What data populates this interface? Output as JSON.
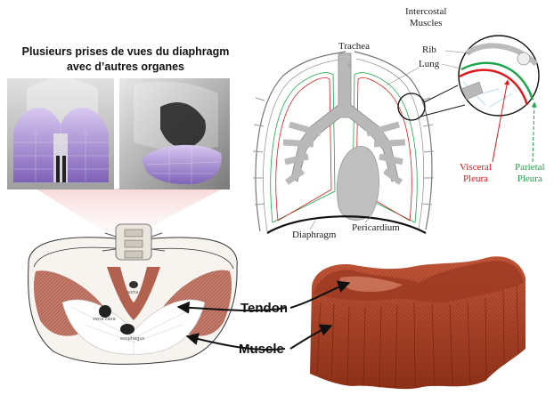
{
  "panel_title": {
    "line1": "Plusieurs prises de vues  du diaphragm",
    "line2": "avec d’autres organes"
  },
  "lung_diagram": {
    "labels": {
      "trachea": "Trachea",
      "lung": "Lung",
      "rib": "Rib",
      "intercostal_line1": "Intercostal",
      "intercostal_line2": "Muscles",
      "pericardium": "Pericardium",
      "diaphragm": "Diaphragm",
      "visceral_line1": "Visceral",
      "visceral_line2": "Pleura",
      "parietal_line1": "Parietal",
      "parietal_line2": "Pleura"
    },
    "colors": {
      "visceral": "#e0191d",
      "parietal": "#1aa64a"
    }
  },
  "anatomy_labels": {
    "vena_cava": "vena cava",
    "esophagus": "esophagus",
    "aorta": "aorta"
  },
  "callouts": {
    "tendon": "Tendon",
    "muscle": "Muscle"
  },
  "colors": {
    "muscle_fill": "#b5452a",
    "diaphragm_purple": "#b9a6d8"
  }
}
